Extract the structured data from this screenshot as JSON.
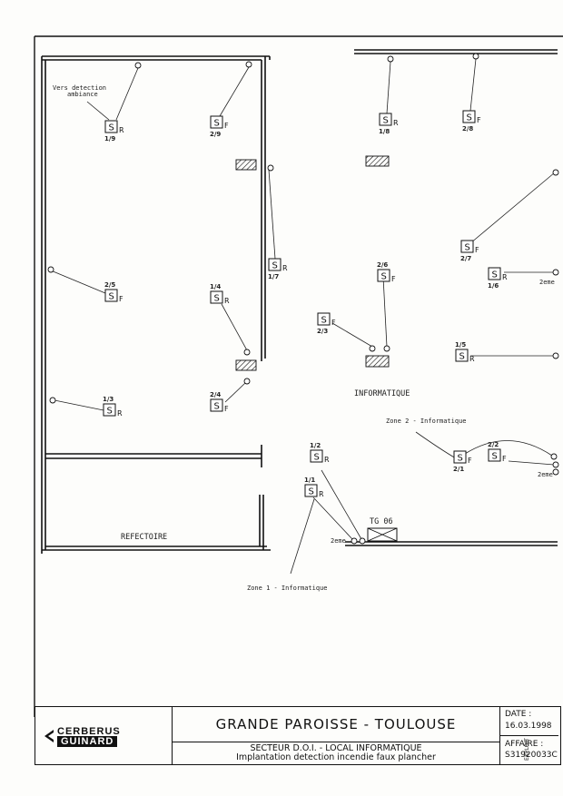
{
  "plan": {
    "room_label": "INFORMATIQUE",
    "refectoire_label": "REFECTOIRE",
    "tg_label": "TG 06",
    "note_ambiance": "Vers detection",
    "note_ambiance2": "ambiance",
    "zone1": "Zone 1 - Informatique",
    "zone2": "Zone 2 - Informatique",
    "deuxieme_1": "2eme",
    "deuxieme_2": "2eme",
    "deuxieme_3": "2eme"
  },
  "detectors": [
    {
      "id": "1/9",
      "type": "R"
    },
    {
      "id": "2/9",
      "type": "F"
    },
    {
      "id": "1/8",
      "type": "R"
    },
    {
      "id": "2/8",
      "type": "F"
    },
    {
      "id": "1/7",
      "type": "R"
    },
    {
      "id": "2/7",
      "type": "F"
    },
    {
      "id": "1/6",
      "type": "R"
    },
    {
      "id": "2/5",
      "type": "F"
    },
    {
      "id": "1/4",
      "type": "R"
    },
    {
      "id": "2/6",
      "type": "F"
    },
    {
      "id": "2/3",
      "type": "F"
    },
    {
      "id": "1/5",
      "type": "R"
    },
    {
      "id": "1/3",
      "type": "R"
    },
    {
      "id": "2/4",
      "type": "F"
    },
    {
      "id": "1/2",
      "type": "R"
    },
    {
      "id": "1/1",
      "type": "R"
    },
    {
      "id": "2/1",
      "type": "F"
    },
    {
      "id": "2/2",
      "type": "F"
    }
  ],
  "titleblock": {
    "logo_top": "CERBERUS",
    "logo_bottom": "GUINARD",
    "client": "GRANDE PAROISSE - TOULOUSE",
    "subtitle1": "SECTEUR D.O.I. - LOCAL INFORMATIQUE",
    "subtitle2": "Implantation detection incendie faux plancher",
    "date_label": "DATE :",
    "date_value": "16.03.1998",
    "affaire_label": "AFFAIRE :",
    "affaire_value": "S31920033C",
    "side_note": "EXPLOIT"
  }
}
